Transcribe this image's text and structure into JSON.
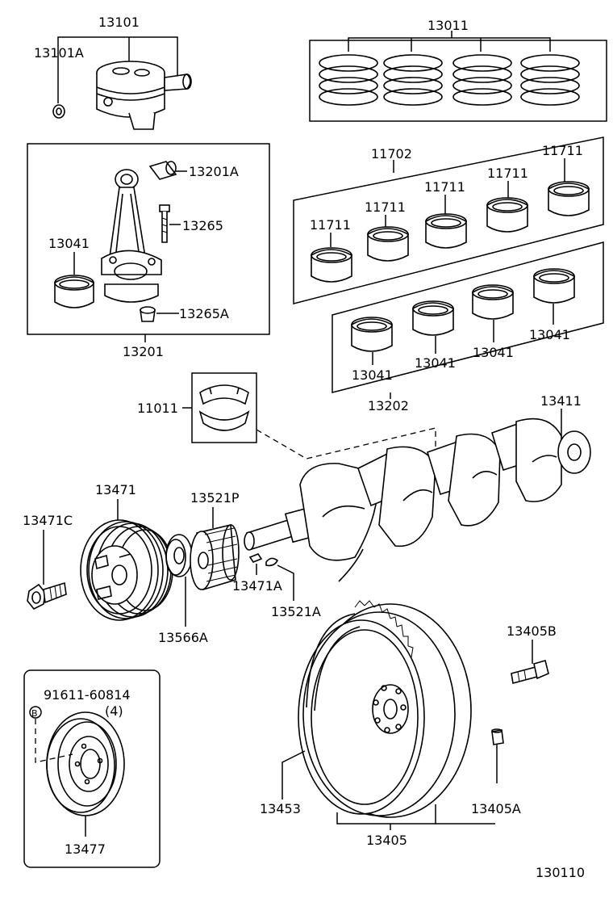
{
  "diagram_code": "130110",
  "labels": {
    "13101": "13101",
    "13101A": "13101A",
    "13011": "13011",
    "13201A": "13201A",
    "13265": "13265",
    "13041_rod": "13041",
    "13265A": "13265A",
    "13201": "13201",
    "11702": "11702",
    "11711_a": "11711",
    "11711_b": "11711",
    "11711_c": "11711",
    "11711_d": "11711",
    "11711_e": "11711",
    "13041_a": "13041",
    "13041_b": "13041",
    "13041_c": "13041",
    "13041_d": "13041",
    "13202": "13202",
    "11011": "11011",
    "13411": "13411",
    "13471": "13471",
    "13521P": "13521P",
    "13471C": "13471C",
    "13471A": "13471A",
    "13521A": "13521A",
    "13566A": "13566A",
    "13405B": "13405B",
    "91611": "91611-60814",
    "qty": "(4)",
    "circleB": "B",
    "13453": "13453",
    "13405A": "13405A",
    "13405": "13405",
    "13477": "13477"
  }
}
